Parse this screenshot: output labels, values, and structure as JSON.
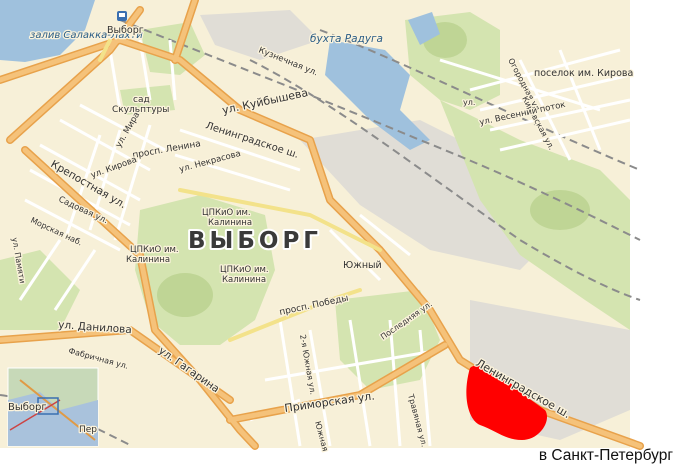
{
  "map": {
    "city_name": "ВЫБОРГ",
    "station_label": "Выборг",
    "caption": "в Санкт-Петербург",
    "water_labels": [
      "залив Салакка-Лахти",
      "бухта Радуга"
    ],
    "streets": {
      "kuibysheva": "ул. Куйбышева",
      "leningradskoe_north": "Ленинградское ш.",
      "leningradskoe_south": "Ленинградское ш.",
      "kuznechnaya": "Кузнечная ул.",
      "krepostnaya": "Крепостная ул.",
      "lenina": "просп. Ленина",
      "mira": "ул. Мира",
      "nekrasova": "ул. Некрасова",
      "kirova": "ул. Кирова",
      "sadovaya": "Садовая ул.",
      "morskaya": "Морская наб.",
      "danilova": "ул. Данилова",
      "gagarina": "ул. Гагарина",
      "fabrichnaya": "Фабричная ул.",
      "primorskaya": "Приморская ул.",
      "pobedy": "просп. Победы",
      "yuzhnaya_2": "2-я Южная ул.",
      "poslednyaya": "Последняя ул.",
      "travyanaya": "Травяная ул.",
      "ogorodnaya": "Огородная ул.",
      "kirovskaya": "Кировская ул.",
      "vesenniy": "ул. Весенний поток",
      "pamyatnaya": "ул. Памяти",
      "yuzhnaya_edge": "Южная",
      "ul_fragment": "ул."
    },
    "places": {
      "sad": "сад",
      "skulptury": "Скульптуры",
      "cpkio_1a": "ЦПКиО им.",
      "cpkio_1b": "Калинина",
      "cpkio_2a": "ЦПКиО им.",
      "cpkio_2b": "Калинина",
      "cpkio_3a": "ЦПКиО им.",
      "cpkio_3b": "Калинина",
      "yuzhny": "Южный",
      "poselok_kirova": "поселок им. Кирова"
    },
    "inset": {
      "label": "Выборг",
      "partial_label": "Пер"
    },
    "highlight_color": "#ff0000"
  }
}
